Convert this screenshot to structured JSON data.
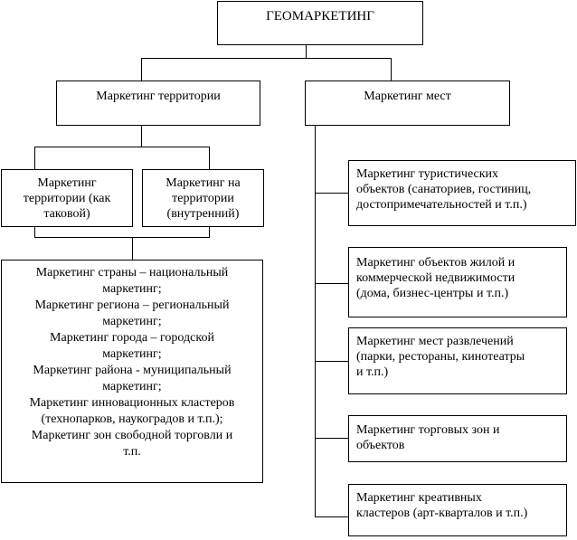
{
  "root": {
    "label": "ГЕОМАРКЕТИНГ"
  },
  "territory": {
    "label": "Маркетинг территории",
    "as_such": {
      "lines": [
        "Маркетинг",
        "территории (как",
        "таковой)"
      ]
    },
    "internal": {
      "lines": [
        "Маркетинг на",
        "территории",
        "(внутренний)"
      ]
    },
    "levels": {
      "lines": [
        "Маркетинг страны – национальный",
        "маркетинг;",
        "Маркетинг региона – региональный",
        "маркетинг;",
        "Маркетинг города – городской",
        "маркетинг;",
        "Маркетинг района - муниципальный",
        "маркетинг;",
        "Маркетинг инновационных кластеров",
        "(технопарков, наукоградов и т.п.);",
        "Маркетинг зон свободной торговли и",
        "т.п."
      ]
    }
  },
  "places": {
    "label": "Маркетинг мест",
    "items": [
      {
        "lines": [
          "Маркетинг туристических",
          "объектов (санаториев, гостиниц,",
          "достопримечательностей и т.п.)"
        ]
      },
      {
        "lines": [
          "Маркетинг объектов жилой и",
          "коммерческой недвижимости",
          "(дома, бизнес-центры и т.п.)"
        ]
      },
      {
        "lines": [
          "Маркетинг мест развлечений",
          "(парки, рестораны, кинотеатры",
          "и т.п.)"
        ]
      },
      {
        "lines": [
          "Маркетинг торговых зон и",
          "объектов"
        ]
      },
      {
        "lines": [
          "Маркетинг креативных",
          "кластеров (арт-кварталов и т.п.)"
        ]
      }
    ]
  }
}
